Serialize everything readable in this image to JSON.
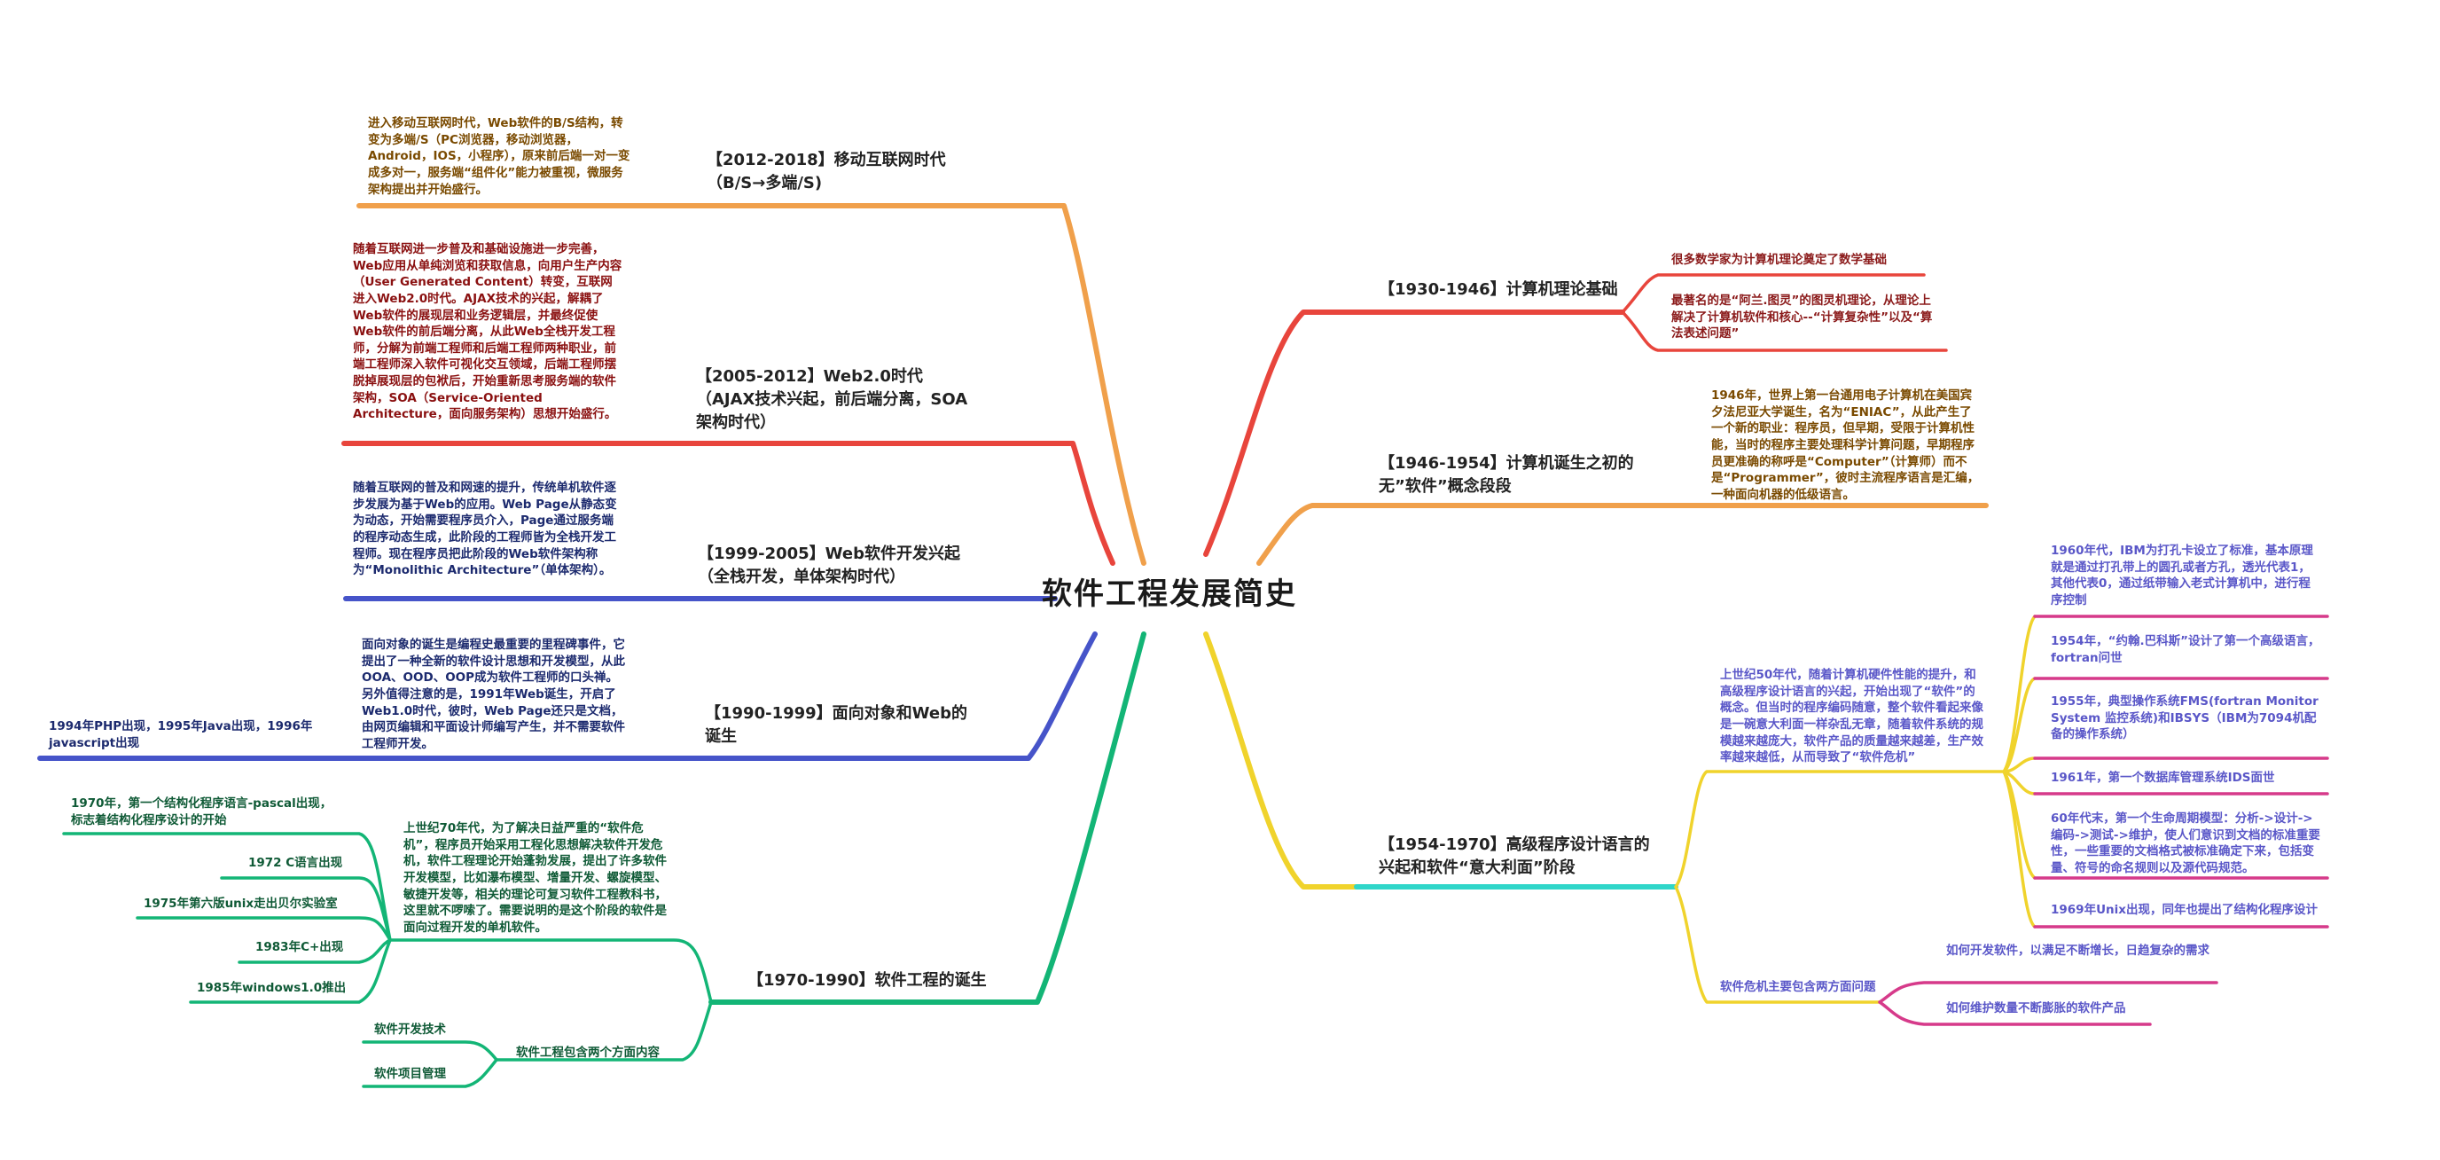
{
  "title": "软件工程发展简史",
  "colors": {
    "red": "#e8453c",
    "orange": "#f0a04b",
    "blue": "#4654c9",
    "green": "#13b576",
    "yellow": "#f0d32c",
    "magenta": "#d63a8a",
    "cyan": "#2fd6c9"
  },
  "branches": {
    "b1930": {
      "label": "【1930-1946】计算机理论基础",
      "notes": [
        "很多数学家为计算机理论奠定了数学基础",
        "最著名的是“阿兰.图灵”的图灵机理论，从理论上解决了计算机软件和核心--“计算复杂性”以及“算法表述问题”"
      ]
    },
    "b1946": {
      "label": "【1946-1954】计算机诞生之初的无”软件”概念段段",
      "note": "1946年，世界上第一台通用电子计算机在美国宾夕法尼亚大学诞生，名为“ENIAC”，从此产生了一个新的职业：程序员，但早期，受限于计算机性能，当时的程序主要处理科学计算问题，早期程序员更准确的称呼是“Computer”（计算师）而不是“Programmer”，彼时主流程序语言是汇编，一种面向机器的低级语言。"
    },
    "b1954": {
      "label": "【1954-1970】高级程序设计语言的兴起和软件“意大利面”阶段",
      "note": "上世纪50年代，随着计算机硬件性能的提升，和高级程序设计语言的兴起，开始出现了“软件”的概念。但当时的程序编码随意，整个软件看起来像是一碗意大利面一样杂乱无章，随着软件系统的规模越来越庞大，软件产品的质量越来越差，生产效率越来越低，从而导致了“软件危机”",
      "leaves": [
        "1960年代，IBM为打孔卡设立了标准，基本原理就是通过打孔带上的圆孔或者方孔，透光代表1，其他代表0，通过纸带输入老式计算机中，进行程序控制",
        "1954年，“约翰.巴科斯”设计了第一个高级语言，fortran问世",
        "1955年，典型操作系统FMS(fortran Monitor System 监控系统)和IBSYS（IBM为7094机配备的操作系统）",
        "1961年，第一个数据库管理系统IDS面世",
        "60年代末，第一个生命周期模型：分析->设计->编码->测试->维护，使人们意识到文档的标准重要性，一些重要的文档格式被标准确定下来，包括变量、符号的命名规则以及源代码规范。",
        "1969年Unix出现，同年也提出了结构化程序设计"
      ],
      "crisis_label": "软件危机主要包含两方面问题",
      "crisis_items": [
        "如何开发软件，以满足不断增长，日趋复杂的需求",
        "如何维护数量不断膨胀的软件产品"
      ]
    },
    "b1970": {
      "label": "【1970-1990】软件工程的诞生",
      "note": "上世纪70年代，为了解决日益严重的“软件危机”，程序员开始采用工程化思想解决软件开发危机，软件工程理论开始蓬勃发展，提出了许多软件开发模型，比如瀑布模型、增量开发、螺旋模型、敏捷开发等，相关的理论可复习软件工程教科书，这里就不啰嗦了。需要说明的是这个阶段的软件是面向过程开发的单机软件。",
      "leaves": [
        "1970年，第一个结构化程序语言-pascal出现，标志着结构化程序设计的开始",
        "1972 C语言出现",
        "1975年第六版unix走出贝尔实验室",
        "1983年C+出现",
        "1985年windows1.0推出"
      ],
      "sub_label": "软件工程包含两个方面内容",
      "sub_items": [
        "软件开发技术",
        "软件项目管理"
      ]
    },
    "b1990": {
      "label": "【1990-1999】面向对象和Web的诞生",
      "note": "面向对象的诞生是编程史最重要的里程碑事件，它提出了一种全新的软件设计思想和开发模型，从此OOA、OOD、OOP成为软件工程师的口头禅。另外值得注意的是，1991年Web诞生，开启了Web1.0时代，彼时，Web Page还只是文档，由网页编辑和平面设计师编写产生，并不需要软件工程师开发。",
      "leaf": "1994年PHP出现，1995年Java出现，1996年javascript出现"
    },
    "b1999": {
      "label": "【1999-2005】Web软件开发兴起（全栈开发，单体架构时代）",
      "note": "随着互联网的普及和网速的提升，传统单机软件逐步发展为基于Web的应用。Web Page从静态变为动态，开始需要程序员介入，Page通过服务端的程序动态生成，此阶段的工程师皆为全栈开发工程师。现在程序员把此阶段的Web软件架构称为“Monolithic Architecture”（单体架构）。"
    },
    "b2005": {
      "label": "【2005-2012】Web2.0时代（AJAX技术兴起，前后端分离，SOA架构时代）",
      "note": "随着互联网进一步普及和基础设施进一步完善，Web应用从单纯浏览和获取信息，向用户生产内容（User Generated Content）转变，互联网进入Web2.0时代。AJAX技术的兴起，解耦了Web软件的展现层和业务逻辑层，并最终促使Web软件的前后端分离，从此Web全栈开发工程师，分解为前端工程师和后端工程师两种职业，前端工程师深入软件可视化交互领域，后端工程师摆脱掉展现层的包袱后，开始重新思考服务端的软件架构，SOA（Service-Oriented Architecture，面向服务架构）思想开始盛行。"
    },
    "b2012": {
      "label": "【2012-2018】移动互联网时代（B/S→多端/S)",
      "note": "进入移动互联网时代，Web软件的B/S结构，转变为多端/S（PC浏览器，移动浏览器，Android，IOS，小程序），原来前后端一对一变成多对一，服务端“组件化”能力被重视，微服务架构提出并开始盛行。"
    }
  }
}
